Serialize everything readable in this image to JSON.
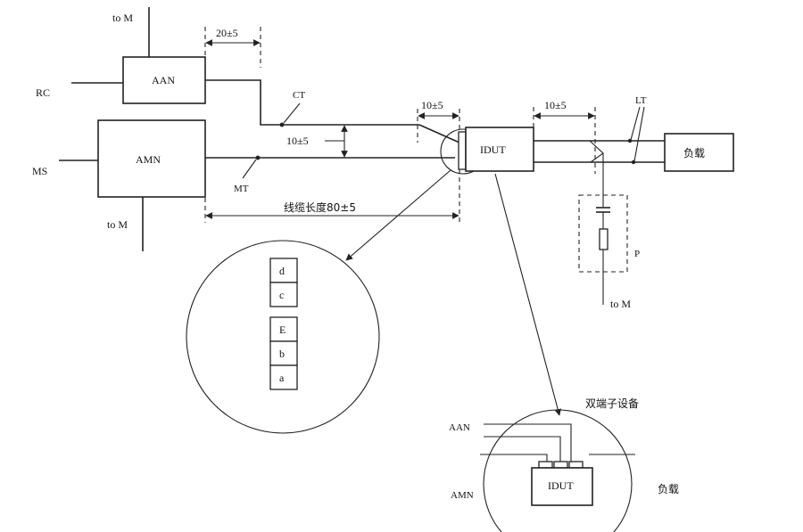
{
  "labels": {
    "to_m_top": "to M",
    "to_m_bottom": "to M",
    "to_m_right": "to M",
    "rc": "RC",
    "ms": "MS",
    "aan": "AAN",
    "amn": "AMN",
    "ct": "CT",
    "mt": "MT",
    "lt": "LT",
    "p": "P",
    "idut": "IDUT",
    "load": "负载",
    "dim_20": "20±5",
    "dim_10_vertical": "10±5",
    "dim_10_left": "10±5",
    "dim_10_right": "10±5",
    "cable_length": "线缆长度80±5"
  },
  "stack_detail": [
    "d",
    "c",
    "E",
    "b",
    "a"
  ],
  "two_port_detail": {
    "title": "双端子设备",
    "aan": "AAN",
    "amn": "AMN",
    "idut": "IDUT",
    "load": "负载"
  },
  "colors": {
    "line": "#222222",
    "background": "#ffffff"
  }
}
